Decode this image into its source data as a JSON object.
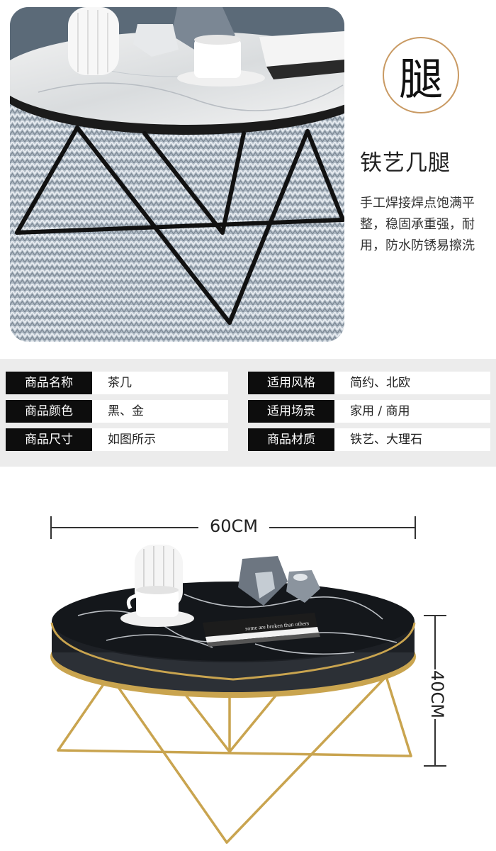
{
  "feature": {
    "badge_char": "腿",
    "title": "铁艺几腿",
    "description": "手工焊接焊点饱满平整，稳固承重强，耐用，防水防锈易擦洗"
  },
  "specs": [
    {
      "label_left": "商品名称",
      "value_left": "茶几",
      "label_right": "适用风格",
      "value_right": "简约、北欧"
    },
    {
      "label_left": "商品颜色",
      "value_left": "黑、金",
      "label_right": "适用场景",
      "value_right": "家用 / 商用"
    },
    {
      "label_left": "商品尺寸",
      "value_left": "如图所示",
      "label_right": "商品材质",
      "value_right": "铁艺、大理石"
    }
  ],
  "dimensions": {
    "width": "60CM",
    "height": "40CM"
  },
  "product_book_text": "some are broken than others",
  "colors": {
    "accent_gold": "#c99a63",
    "label_black": "#0d0d0d",
    "spec_bg": "#ececec"
  }
}
